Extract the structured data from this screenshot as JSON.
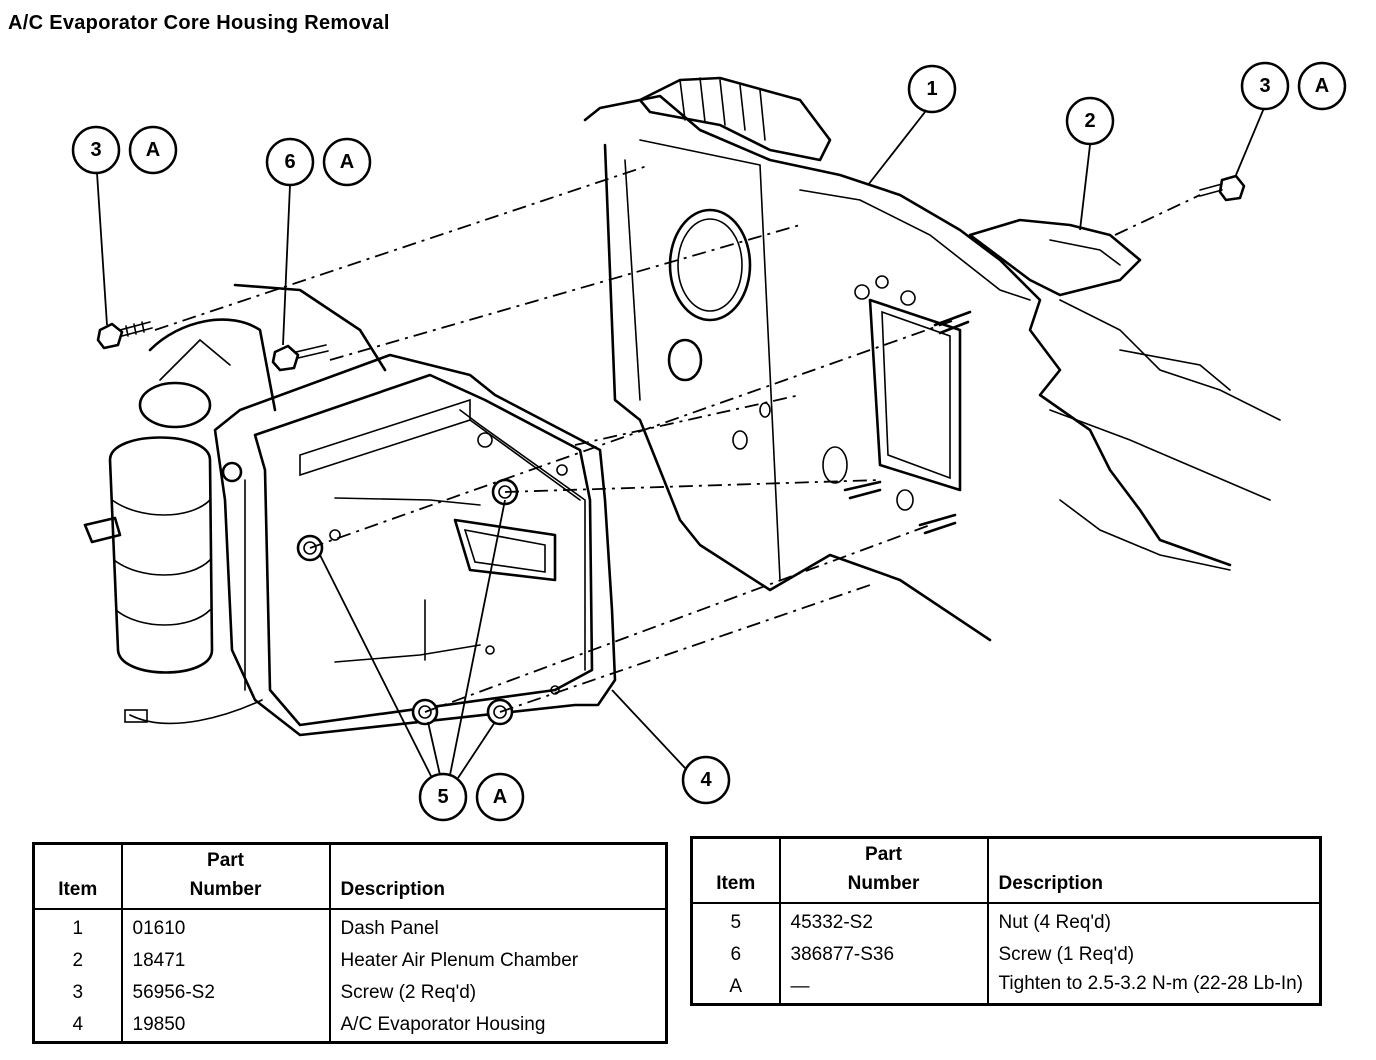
{
  "title": "A/C Evaporator Core Housing Removal",
  "callouts": [
    {
      "id": "c1",
      "label": "1"
    },
    {
      "id": "c2",
      "label": "2"
    },
    {
      "id": "c3-left",
      "label": "3"
    },
    {
      "id": "cA-left-3",
      "label": "A"
    },
    {
      "id": "c6",
      "label": "6"
    },
    {
      "id": "cA-6",
      "label": "A"
    },
    {
      "id": "c3-right",
      "label": "3"
    },
    {
      "id": "cA-right-3",
      "label": "A"
    },
    {
      "id": "c4",
      "label": "4"
    },
    {
      "id": "c5",
      "label": "5"
    },
    {
      "id": "cA-5",
      "label": "A"
    }
  ],
  "table_headers": {
    "item": "Item",
    "part_line1": "Part",
    "part_line2": "Number",
    "description": "Description"
  },
  "table_left": [
    {
      "item": "1",
      "part": "01610",
      "description": "Dash Panel"
    },
    {
      "item": "2",
      "part": "18471",
      "description": "Heater Air Plenum Chamber"
    },
    {
      "item": "3",
      "part": "56956-S2",
      "description": "Screw (2 Req'd)"
    },
    {
      "item": "4",
      "part": "19850",
      "description": "A/C Evaporator Housing"
    }
  ],
  "table_right": [
    {
      "item": "5",
      "part": "45332-S2",
      "description": "Nut (4 Req'd)"
    },
    {
      "item": "6",
      "part": "386877-S36",
      "description": "Screw (1 Req'd)"
    },
    {
      "item": "A",
      "part": "—",
      "description": "Tighten to 2.5-3.2 N-m (22-28 Lb-In)"
    }
  ]
}
